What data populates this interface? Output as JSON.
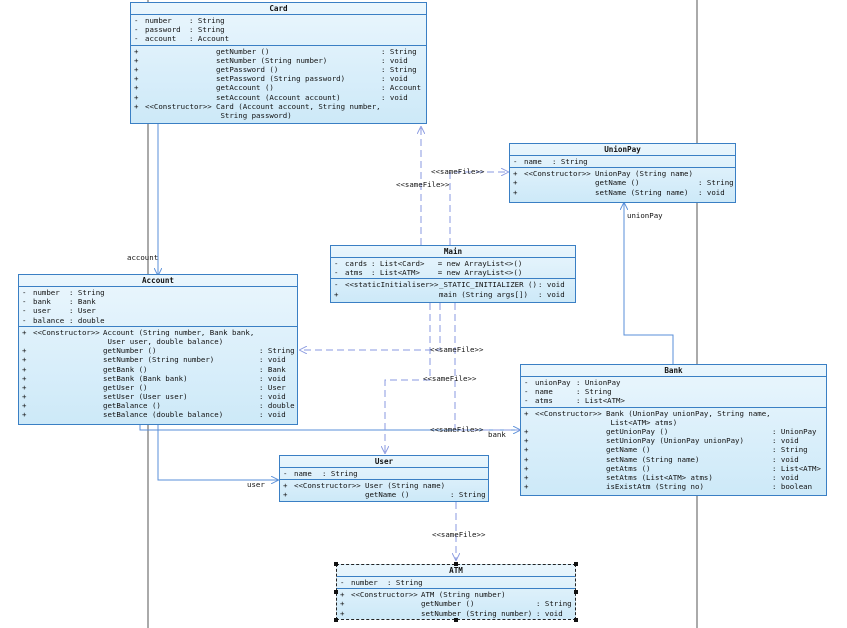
{
  "classes": {
    "card": {
      "title": "Card",
      "attributes": [
        {
          "vis": "-",
          "name": "number",
          "type": ": String"
        },
        {
          "vis": "-",
          "name": "password",
          "type": ": String"
        },
        {
          "vis": "-",
          "name": "account",
          "type": ": Account"
        }
      ],
      "operations": [
        {
          "vis": "+",
          "stereo": "",
          "sig": "getNumber ()",
          "ret": ": String"
        },
        {
          "vis": "+",
          "stereo": "",
          "sig": "setNumber (String number)",
          "ret": ": void"
        },
        {
          "vis": "+",
          "stereo": "",
          "sig": "getPassword ()",
          "ret": ": String"
        },
        {
          "vis": "+",
          "stereo": "",
          "sig": "setPassword (String password)",
          "ret": ": void"
        },
        {
          "vis": "+",
          "stereo": "",
          "sig": "getAccount ()",
          "ret": ": Account"
        },
        {
          "vis": "+",
          "stereo": "",
          "sig": "setAccount (Account account)",
          "ret": ": void"
        },
        {
          "vis": "+",
          "stereo": "<<Constructor>>",
          "sig": "Card (Account account, String number,\n String password)",
          "ret": ""
        }
      ]
    },
    "unionpay": {
      "title": "UnionPay",
      "attributes": [
        {
          "vis": "-",
          "name": "name",
          "type": ": String"
        }
      ],
      "operations": [
        {
          "vis": "+",
          "stereo": "<<Constructor>>",
          "sig": "UnionPay (String name)",
          "ret": ""
        },
        {
          "vis": "+",
          "stereo": "",
          "sig": "getName ()",
          "ret": ": String"
        },
        {
          "vis": "+",
          "stereo": "",
          "sig": "setName (String name)",
          "ret": ": void"
        }
      ]
    },
    "main": {
      "title": "Main",
      "attributes": [
        {
          "vis": "-",
          "name": "cards",
          "type": ": List<Card>   = new ArrayList<>()"
        },
        {
          "vis": "-",
          "name": "atms",
          "type": ": List<ATM>    = new ArrayList<>()"
        }
      ],
      "operations": [
        {
          "vis": "-",
          "stereo": "<<staticInitialiser>>",
          "sig": "_STATIC_INITIALIZER ()",
          "ret": ": void"
        },
        {
          "vis": "+",
          "stereo": "",
          "sig": "main (String args[])",
          "ret": ": void"
        }
      ]
    },
    "account": {
      "title": "Account",
      "attributes": [
        {
          "vis": "-",
          "name": "number",
          "type": ": String"
        },
        {
          "vis": "-",
          "name": "bank",
          "type": ": Bank"
        },
        {
          "vis": "-",
          "name": "user",
          "type": ": User"
        },
        {
          "vis": "-",
          "name": "balance",
          "type": ": double"
        }
      ],
      "operations": [
        {
          "vis": "+",
          "stereo": "<<Constructor>>",
          "sig": "Account (String number, Bank bank,\n User user, double balance)",
          "ret": ""
        },
        {
          "vis": "+",
          "stereo": "",
          "sig": "getNumber ()",
          "ret": ": String"
        },
        {
          "vis": "+",
          "stereo": "",
          "sig": "setNumber (String number)",
          "ret": ": void"
        },
        {
          "vis": "+",
          "stereo": "",
          "sig": "getBank ()",
          "ret": ": Bank"
        },
        {
          "vis": "+",
          "stereo": "",
          "sig": "setBank (Bank bank)",
          "ret": ": void"
        },
        {
          "vis": "+",
          "stereo": "",
          "sig": "getUser ()",
          "ret": ": User"
        },
        {
          "vis": "+",
          "stereo": "",
          "sig": "setUser (User user)",
          "ret": ": void"
        },
        {
          "vis": "+",
          "stereo": "",
          "sig": "getBalance ()",
          "ret": ": double"
        },
        {
          "vis": "+",
          "stereo": "",
          "sig": "setBalance (double balance)",
          "ret": ": void"
        }
      ]
    },
    "bank": {
      "title": "Bank",
      "attributes": [
        {
          "vis": "-",
          "name": "unionPay",
          "type": ": UnionPay"
        },
        {
          "vis": "-",
          "name": "name",
          "type": ": String"
        },
        {
          "vis": "-",
          "name": "atms",
          "type": ": List<ATM>"
        }
      ],
      "operations": [
        {
          "vis": "+",
          "stereo": "<<Constructor>>",
          "sig": "Bank (UnionPay unionPay, String name,\n List<ATM> atms)",
          "ret": ""
        },
        {
          "vis": "+",
          "stereo": "",
          "sig": "getUnionPay ()",
          "ret": ": UnionPay"
        },
        {
          "vis": "+",
          "stereo": "",
          "sig": "setUnionPay (UnionPay unionPay)",
          "ret": ": void"
        },
        {
          "vis": "+",
          "stereo": "",
          "sig": "getName ()",
          "ret": ": String"
        },
        {
          "vis": "+",
          "stereo": "",
          "sig": "setName (String name)",
          "ret": ": void"
        },
        {
          "vis": "+",
          "stereo": "",
          "sig": "getAtms ()",
          "ret": ": List<ATM>"
        },
        {
          "vis": "+",
          "stereo": "",
          "sig": "setAtms (List<ATM> atms)",
          "ret": ": void"
        },
        {
          "vis": "+",
          "stereo": "",
          "sig": "isExistAtm (String no)",
          "ret": ": boolean"
        }
      ]
    },
    "user": {
      "title": "User",
      "attributes": [
        {
          "vis": "-",
          "name": "name",
          "type": ": String"
        }
      ],
      "operations": [
        {
          "vis": "+",
          "stereo": "<<Constructor>>",
          "sig": "User (String name)",
          "ret": ""
        },
        {
          "vis": "+",
          "stereo": "",
          "sig": "getName ()",
          "ret": ": String"
        }
      ]
    },
    "atm": {
      "title": "ATM",
      "attributes": [
        {
          "vis": "-",
          "name": "number",
          "type": ": String"
        }
      ],
      "operations": [
        {
          "vis": "+",
          "stereo": "<<Constructor>>",
          "sig": "ATM (String number)",
          "ret": ""
        },
        {
          "vis": "+",
          "stereo": "",
          "sig": "getNumber ()",
          "ret": ": String"
        },
        {
          "vis": "+",
          "stereo": "",
          "sig": "setNumber (String number)",
          "ret": ": void"
        }
      ]
    }
  },
  "connector_labels": {
    "account": "account",
    "unionpay": "unionPay",
    "bank": "bank",
    "user": "user",
    "samefile": "<<sameFile>>"
  },
  "colors": {
    "class_border": "#3a7fc4",
    "class_fill_top": "#eaf6fd",
    "class_fill_bottom": "#cde9f8",
    "association_line": "#5a8fd8",
    "dependency_line": "#8a9ae0"
  }
}
